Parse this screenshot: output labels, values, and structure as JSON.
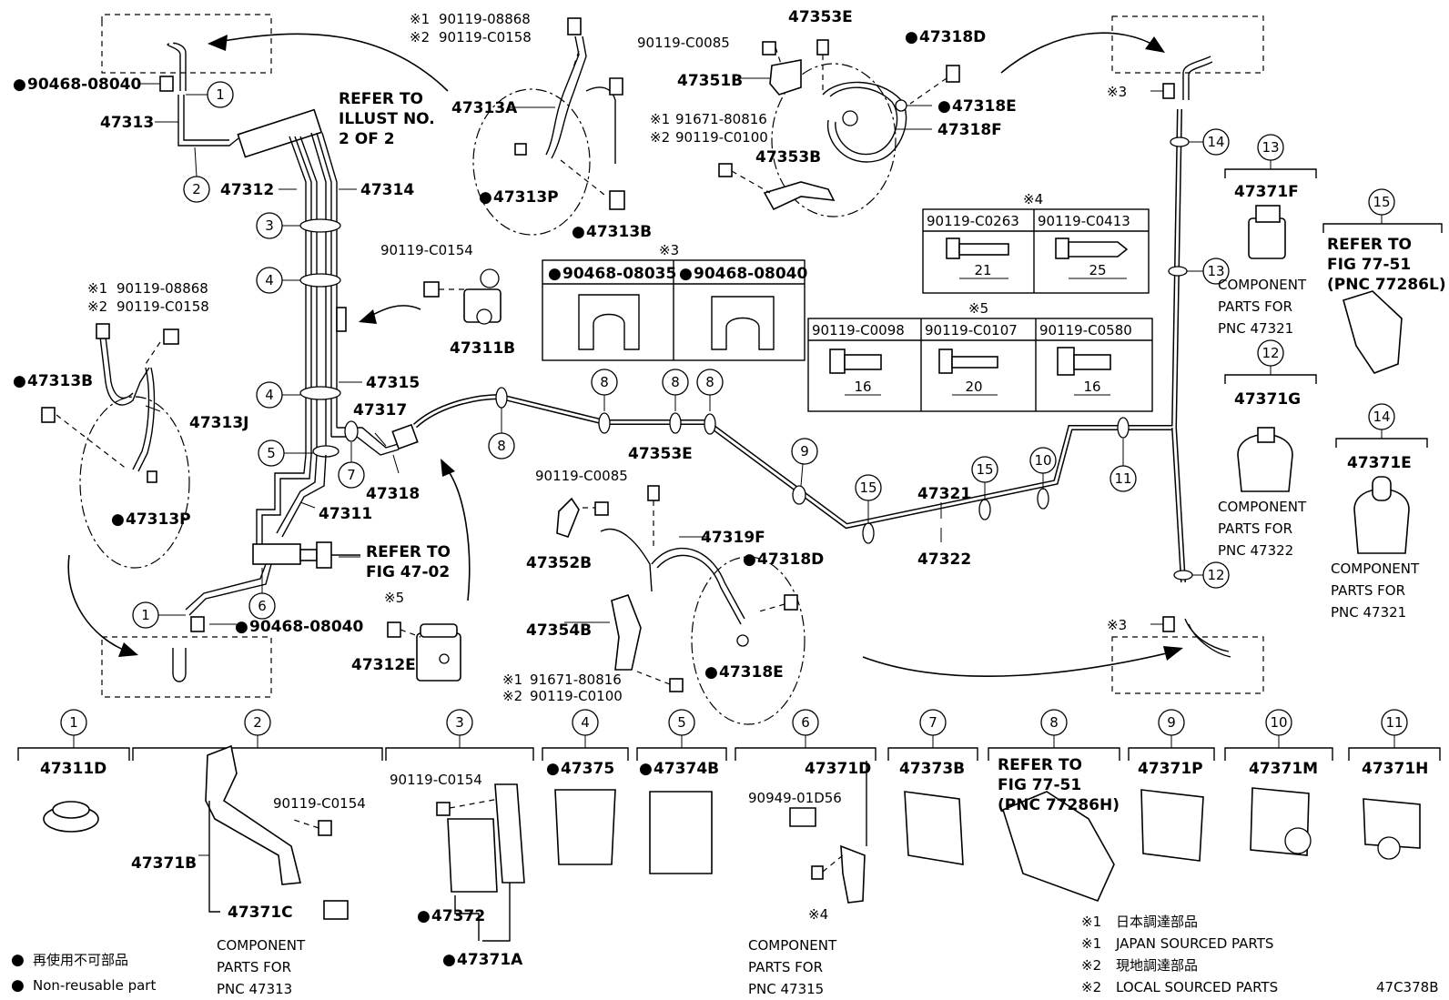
{
  "markers": {
    "dot": "●",
    "note1": "※1",
    "note2": "※2",
    "note3": "※3",
    "note4": "※4",
    "note5": "※5"
  },
  "top_left": {
    "grommet_pn": "90468-08040",
    "pipe_pn": "47313",
    "refer_lines": [
      "REFER TO",
      "ILLUST NO.",
      "2 OF 2"
    ],
    "tube_47312": "47312",
    "tube_47314": "47314",
    "tube_47315": "47315",
    "tube_47317": "47317",
    "tube_47318": "47318",
    "tube_47311": "47311",
    "refer_fig_lines": [
      "REFER TO",
      "FIG 47-02"
    ],
    "grommet_pn2": "90468-08040"
  },
  "hose_a": {
    "bolt1": "90119-08868",
    "bolt2": "90119-C0158",
    "label": "47313A",
    "clip": "47313P",
    "bolt": "47313B"
  },
  "hose_j": {
    "bolt1": "90119-08868",
    "bolt2": "90119-C0158",
    "label": "47313J",
    "bolt": "47313B",
    "clip": "47313P"
  },
  "clamp_b": {
    "bolt": "90119-C0154",
    "label": "47311B"
  },
  "clamp_e": {
    "label": "47312E"
  },
  "rear_top": {
    "bolt": "90119-C0085",
    "bracket_bolt": "47353E",
    "bracket": "47351B",
    "union": "47318D",
    "washer": "47318E",
    "hose": "47318F",
    "bolt1": "91671-80816",
    "bolt2": "90119-C0100",
    "bracket2": "47353B"
  },
  "rear_mid": {
    "bracket_bolt": "47353E",
    "bolt": "90119-C0085",
    "hose": "47319F",
    "union": "47318D",
    "bracket": "47352B",
    "bracket2": "47354B",
    "washer": "47318E",
    "bolt1": "91671-80816",
    "bolt2": "90119-C0100"
  },
  "grommet_table": {
    "col1": "90468-08035",
    "col2": "90468-08040"
  },
  "bolt_table4": {
    "col1": "90119-C0263",
    "col2": "90119-C0413",
    "dim1": "21",
    "dim2": "25"
  },
  "bolt_table5": {
    "col1": "90119-C0098",
    "col2": "90119-C0107",
    "col3": "90119-C0580",
    "dim1": "16",
    "dim2": "20",
    "dim3": "16"
  },
  "main_pipes": {
    "p47321": "47321",
    "p47322": "47322"
  },
  "right_clamps": {
    "c13_pn": "47371F",
    "c13_caption": [
      "COMPONENT",
      "PARTS FOR",
      "PNC 47321"
    ],
    "c15_refer": [
      "REFER TO",
      "FIG 77-51",
      "(PNC 77286L)"
    ],
    "c12_pn": "47371G",
    "c12_caption": [
      "COMPONENT",
      "PARTS FOR",
      "PNC 47322"
    ],
    "c14_pn": "47371E",
    "c14_caption": [
      "COMPONENT",
      "PARTS FOR",
      "PNC 47321"
    ]
  },
  "bottom": {
    "b1_pn": "47311D",
    "b2_pn1": "47371B",
    "b2_bolt": "90119-C0154",
    "b2_pn2": "47371C",
    "b2_caption": [
      "COMPONENT",
      "PARTS FOR",
      "PNC 47313"
    ],
    "b3_bolt": "90119-C0154",
    "b3_pn1": "47372",
    "b3_pn2": "47371A",
    "b4_pn": "47375",
    "b5_pn": "47374B",
    "b6_pn": "47371D",
    "b6_bolt": "90949-01D56",
    "b6_caption": [
      "COMPONENT",
      "PARTS FOR",
      "PNC 47315"
    ],
    "b7_pn": "47373B",
    "b8_refer": [
      "REFER TO",
      "FIG 77-51",
      "(PNC 77286H)"
    ],
    "b9_pn": "47371P",
    "b10_pn": "47371M",
    "b11_pn": "47371H"
  },
  "legend": {
    "jp_nonreuse": "再使用不可部品",
    "en_nonreuse": "Non-reusable part",
    "note1_jp": "日本調達部品",
    "note1_en": "JAPAN SOURCED PARTS",
    "note2_jp": "現地調達部品",
    "note2_en": "LOCAL SOURCED PARTS",
    "code": "47C378B"
  },
  "callouts": [
    "1",
    "2",
    "3",
    "4",
    "5",
    "6",
    "7",
    "8",
    "9",
    "10",
    "11",
    "12",
    "13",
    "14",
    "15"
  ]
}
